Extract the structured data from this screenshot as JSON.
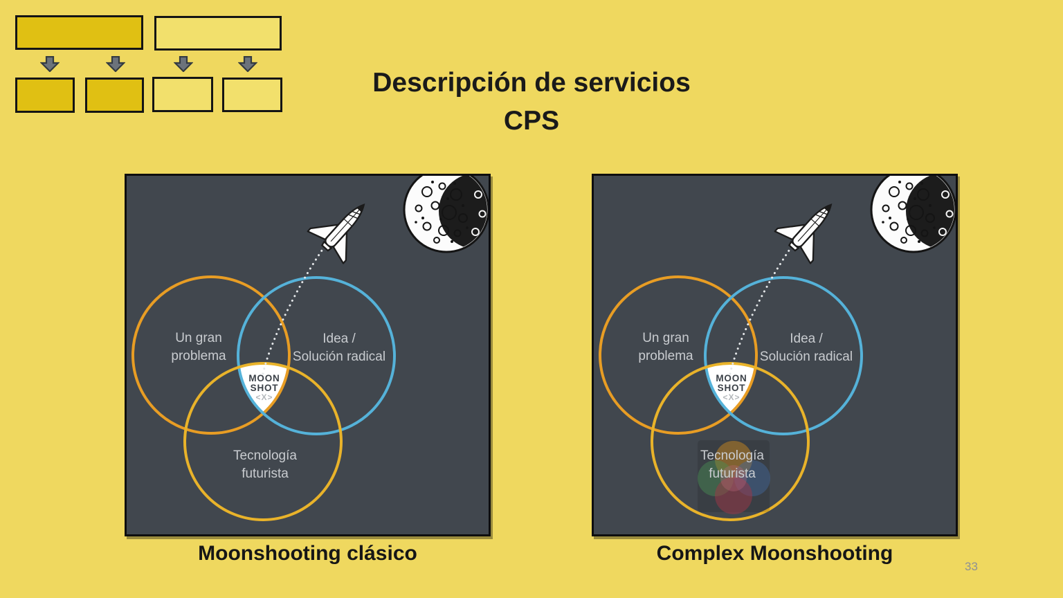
{
  "slide": {
    "title_line1": "Descripción de servicios",
    "title_line2": "CPS",
    "page_number": "33"
  },
  "flow_diagram": {
    "description": "two source boxes with four down arrows to four result boxes",
    "top_boxes": [
      "filled",
      "outline"
    ],
    "bottom_boxes": [
      "filled",
      "filled",
      "outline",
      "outline"
    ],
    "arrow_icon": "down-block-arrow"
  },
  "colors": {
    "slide_background": "#efd85f",
    "box_filled": "#e0c013",
    "box_outline_fill": "#f2e06c",
    "panel_background": "#41474e",
    "problem_circle": "#e89d24",
    "idea_circle": "#55b2d9",
    "tech_circle": "#e9b32a",
    "venn_label_text": "#c9ccd0",
    "moonshot_text": "#3b4148",
    "trajectory_dots": "#e4e7e9",
    "title_text": "#1a1a1a",
    "page_number_text": "#8d9095"
  },
  "panels": [
    {
      "caption": "Moonshooting clásico",
      "venn": {
        "problem_line1": "Un gran",
        "problem_line2": "problema",
        "idea_line1": "Idea /",
        "idea_line2": "Solución radical",
        "tech_line1": "Tecnología",
        "tech_line2": "futurista",
        "center_line1": "MOON",
        "center_line2": "SHOT",
        "center_line3": "<X>"
      },
      "has_complexity_blob": false
    },
    {
      "caption": "Complex Moonshooting",
      "venn": {
        "problem_line1": "Un gran",
        "problem_line2": "problema",
        "idea_line1": "Idea /",
        "idea_line2": "Solución radical",
        "tech_line1": "Tecnología",
        "tech_line2": "futurista",
        "center_line1": "MOON",
        "center_line2": "SHOT",
        "center_line3": "<X>"
      },
      "has_complexity_blob": true
    }
  ]
}
